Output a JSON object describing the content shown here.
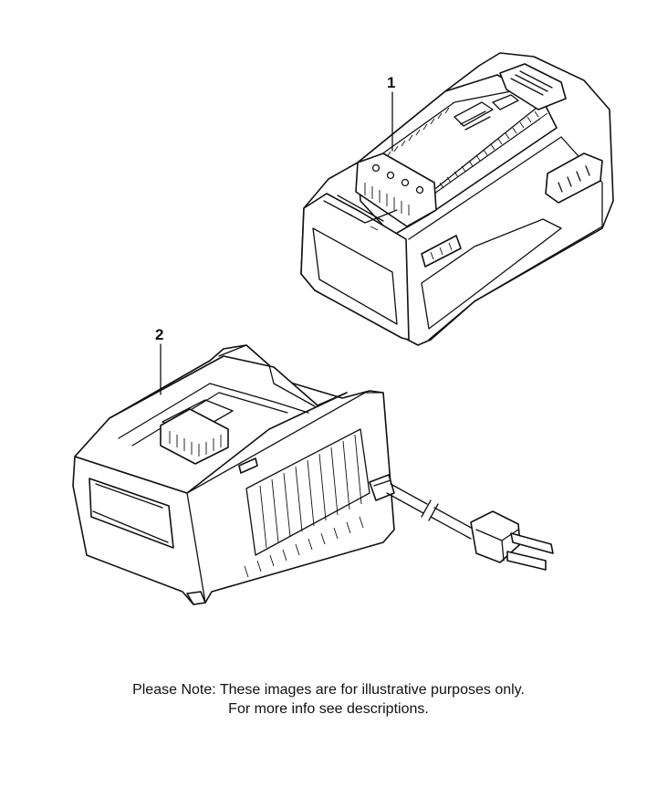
{
  "diagram": {
    "callouts": [
      {
        "id": "battery",
        "label": "1"
      },
      {
        "id": "charger",
        "label": "2"
      }
    ]
  },
  "note": {
    "line1": "Please Note: These images are for illustrative purposes only.",
    "line2": "For more info see descriptions."
  }
}
